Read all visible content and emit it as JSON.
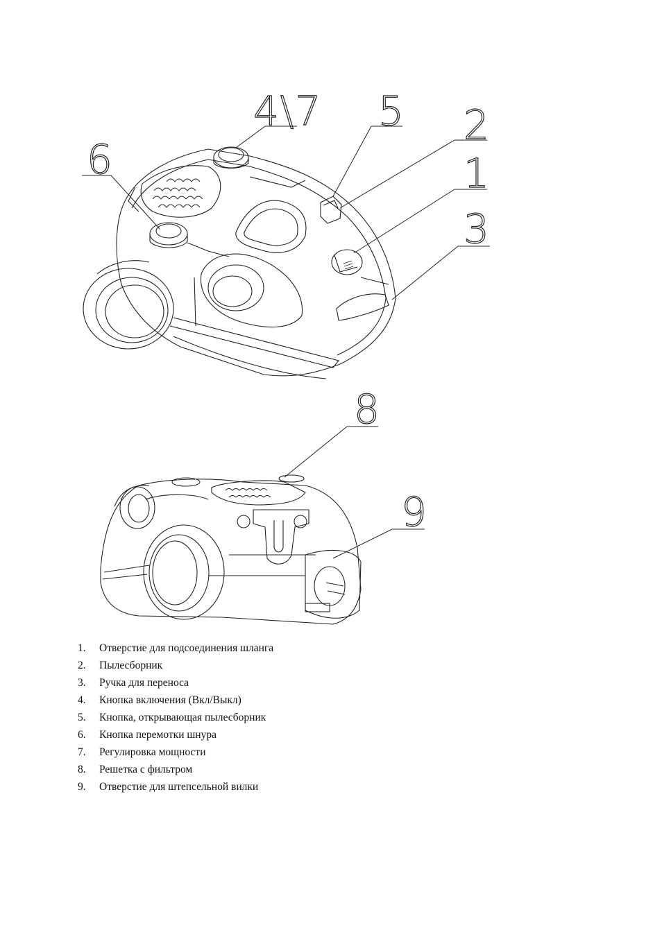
{
  "callouts": {
    "c47": "4\\7",
    "c5": "5",
    "c2": "2",
    "c1": "1",
    "c6": "6",
    "c3": "3",
    "c8": "8",
    "c9": "9"
  },
  "legend": [
    {
      "num": "1.",
      "text": "Отверстие для подсоединения шланга"
    },
    {
      "num": "2.",
      "text": "Пылесборник"
    },
    {
      "num": "3.",
      "text": "Ручка для переноса"
    },
    {
      "num": "4.",
      "text": "Кнопка включения (Вкл/Выкл)"
    },
    {
      "num": "5.",
      "text": "Кнопка, открывающая пылесборник"
    },
    {
      "num": "6.",
      "text": "Кнопка перемотки шнура"
    },
    {
      "num": "7.",
      "text": "Регулировка мощности"
    },
    {
      "num": "8.",
      "text": "Решетка с  фильтром"
    },
    {
      "num": "9.",
      "text": "Отверстие для штепсельной вилки"
    }
  ]
}
